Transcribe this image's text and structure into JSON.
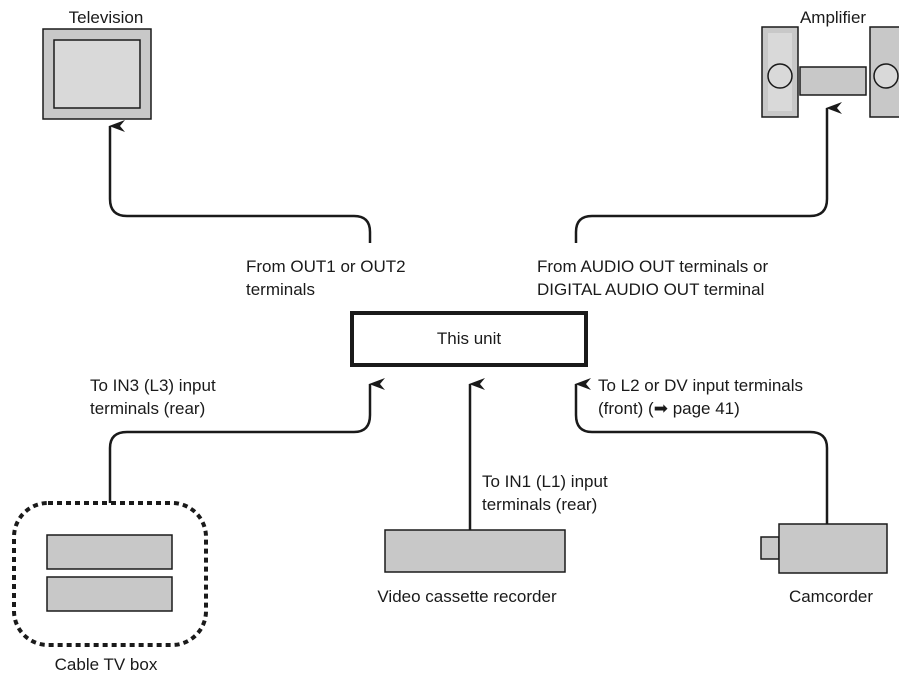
{
  "devices": {
    "television": "Television",
    "amplifier": "Amplifier",
    "this_unit": "This unit",
    "cable_tv_box": "Cable TV box",
    "vcr": "Video cassette recorder",
    "camcorder": "Camcorder"
  },
  "connections": {
    "out_to_tv": [
      "From OUT1 or OUT2",
      "terminals"
    ],
    "out_to_amp": [
      "From AUDIO OUT terminals or",
      "DIGITAL AUDIO OUT terminal"
    ],
    "in3": [
      "To IN3 (L3) input",
      "terminals (rear)"
    ],
    "in1": [
      "To IN1 (L1) input",
      "terminals (rear)"
    ],
    "front": [
      "To L2 or DV input terminals",
      "(front) (➡ page 41)"
    ]
  },
  "colors": {
    "line": "#1a1a1a",
    "device_fill": "#c8c8c8",
    "device_inner": "#d9d9d9"
  }
}
